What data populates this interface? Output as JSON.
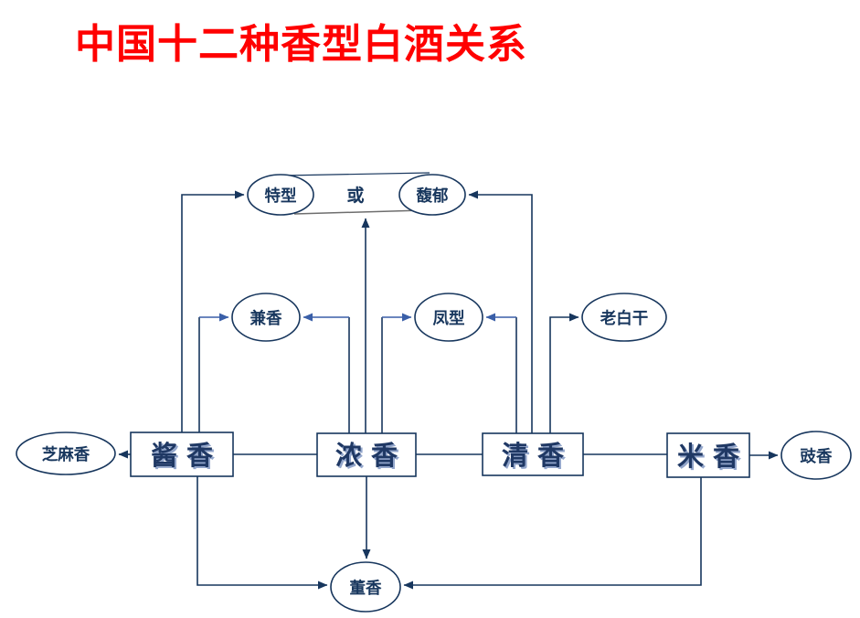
{
  "title": "中国十二种香型白酒关系",
  "colors": {
    "title": "#FF0000",
    "line": "#17365D",
    "accent_line": "#3A5FA8",
    "node_text": "#17365D",
    "node_fill": "#FFFFFF"
  },
  "diagram": {
    "or_label": "或",
    "nodes": {
      "texing": {
        "label": "特型",
        "shape": "ellipse"
      },
      "fuyu": {
        "label": "馥郁",
        "shape": "ellipse"
      },
      "jianxiang": {
        "label": "兼香",
        "shape": "ellipse"
      },
      "fengxing": {
        "label": "凤型",
        "shape": "ellipse"
      },
      "laobaigan": {
        "label": "老白干",
        "shape": "ellipse"
      },
      "zhimaxiang": {
        "label": "芝麻香",
        "shape": "ellipse"
      },
      "jiangxiang": {
        "label": "酱香",
        "shape": "rect"
      },
      "nongxiang": {
        "label": "浓香",
        "shape": "rect"
      },
      "qingxiang": {
        "label": "清香",
        "shape": "rect"
      },
      "mixiang": {
        "label": "米香",
        "shape": "rect"
      },
      "chixiang": {
        "label": "豉香",
        "shape": "ellipse"
      },
      "dongxiang": {
        "label": "董香",
        "shape": "ellipse"
      }
    },
    "edges": [
      {
        "from": "酱香",
        "to": "芝麻香",
        "arrow": "to"
      },
      {
        "from": "酱香",
        "to": "浓香",
        "arrow": "none"
      },
      {
        "from": "浓香",
        "to": "清香",
        "arrow": "none"
      },
      {
        "from": "清香",
        "to": "米香",
        "arrow": "none"
      },
      {
        "from": "米香",
        "to": "豉香",
        "arrow": "to"
      },
      {
        "from": "酱香",
        "to": "特型",
        "arrow": "to"
      },
      {
        "from": "酱香",
        "to": "兼香",
        "arrow": "to"
      },
      {
        "from": "浓香",
        "to": "兼香",
        "arrow": "to"
      },
      {
        "from": "浓香",
        "to": "特型或馥郁",
        "arrow": "to"
      },
      {
        "from": "浓香",
        "to": "凤型",
        "arrow": "to"
      },
      {
        "from": "清香",
        "to": "凤型",
        "arrow": "to"
      },
      {
        "from": "清香",
        "to": "馥郁",
        "arrow": "to"
      },
      {
        "from": "清香",
        "to": "老白干",
        "arrow": "to"
      },
      {
        "from": "酱香",
        "to": "董香",
        "arrow": "to"
      },
      {
        "from": "浓香",
        "to": "董香",
        "arrow": "to"
      },
      {
        "from": "米香",
        "to": "董香",
        "arrow": "to"
      }
    ]
  }
}
